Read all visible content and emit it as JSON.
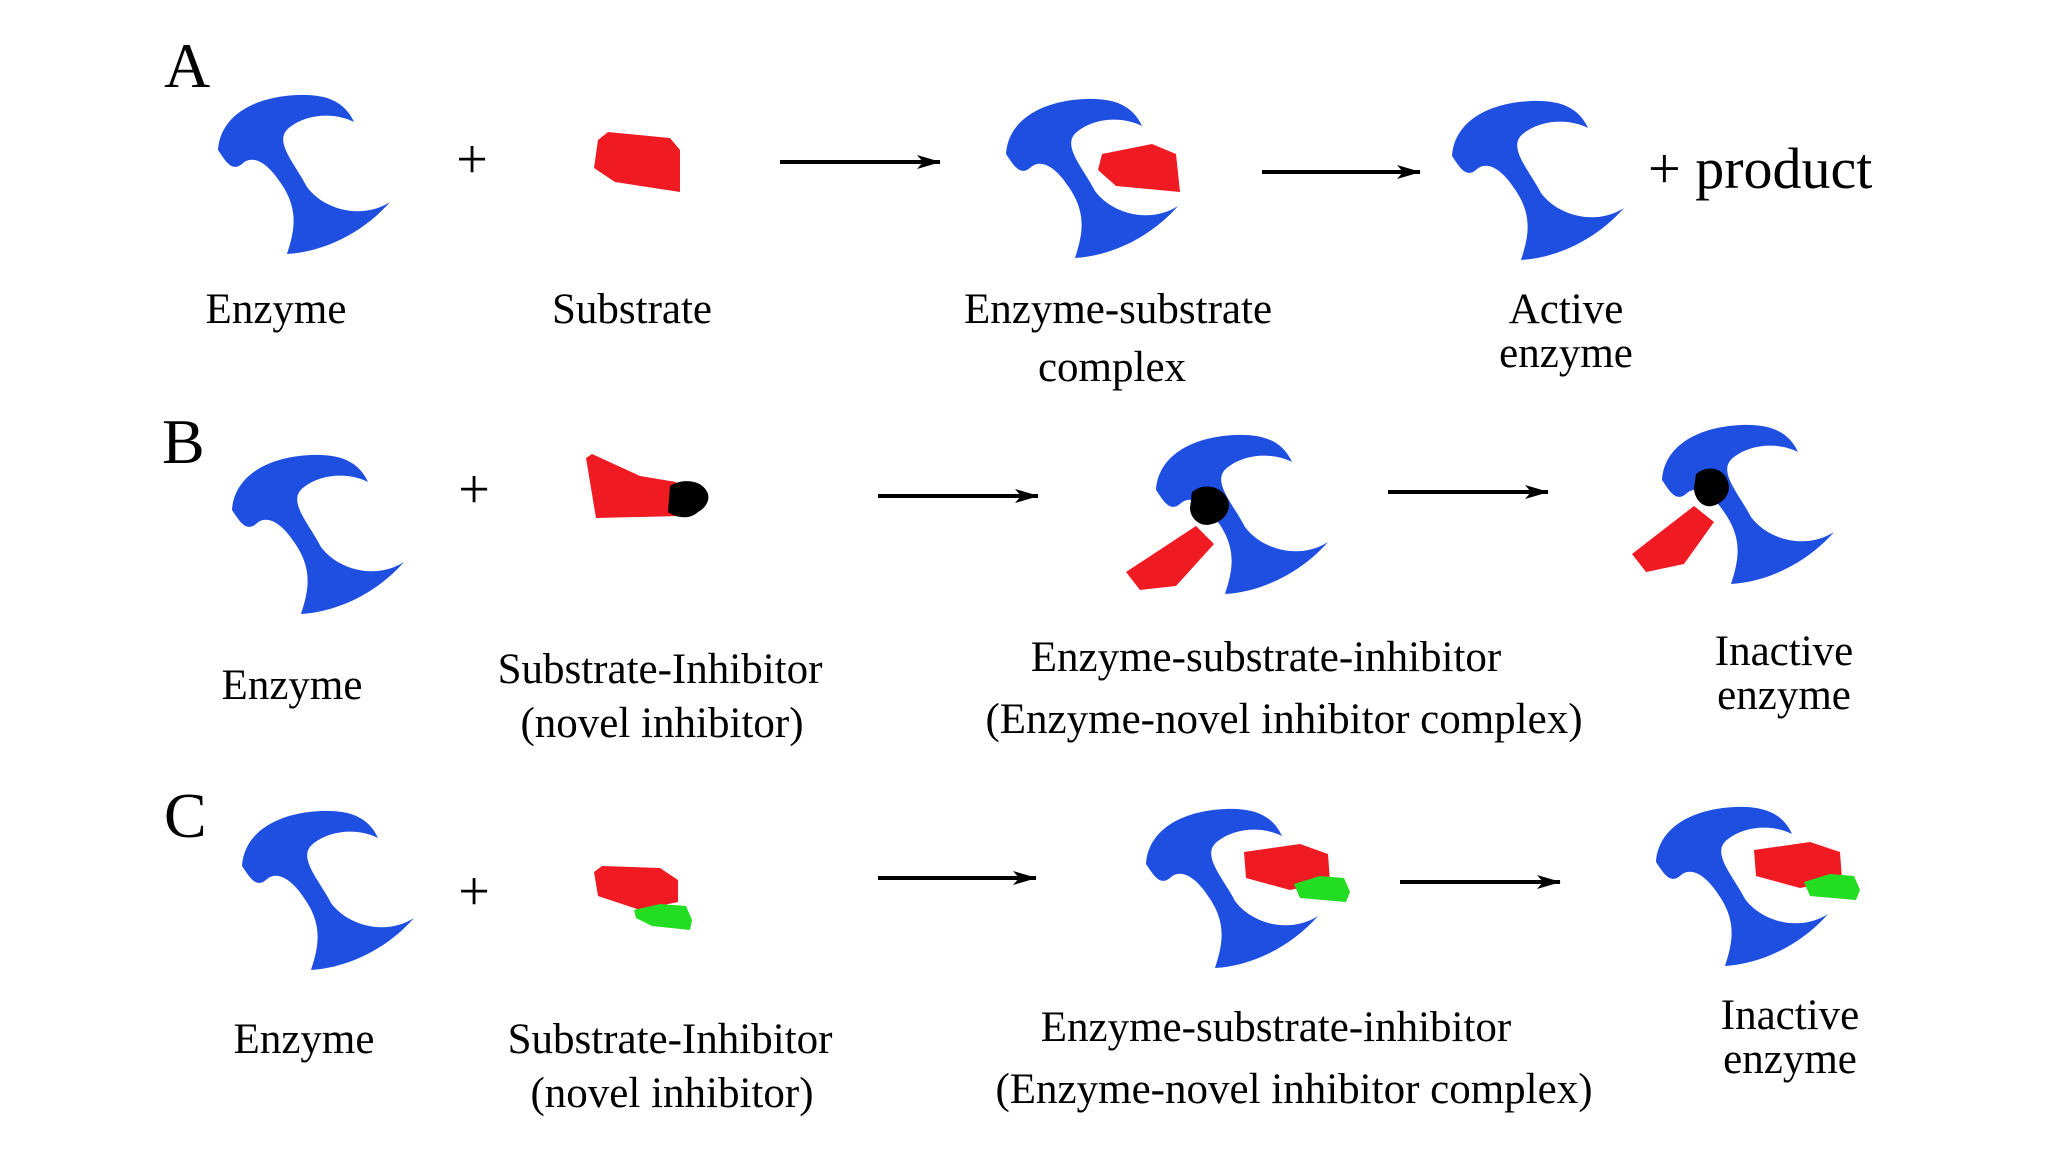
{
  "colors": {
    "enzyme": "#1f4fe0",
    "substrate": "#f01a22",
    "inhibitor_black": "#000000",
    "inhibitor_green": "#22dd22"
  },
  "panels": {
    "A": {
      "letter": "A",
      "plus": "+",
      "enzyme_label": "Enzyme",
      "substrate_label": "Substrate",
      "complex_label_1": "Enzyme-substrate",
      "complex_label_2": "complex",
      "result_label_1": "Active",
      "result_label_2": "enzyme",
      "product_text": "+ product"
    },
    "B": {
      "letter": "B",
      "plus": "+",
      "enzyme_label": "Enzyme",
      "reagent_label_1": "Substrate-Inhibitor",
      "reagent_label_2": "(novel inhibitor)",
      "complex_label_1": "Enzyme-substrate-inhibitor",
      "complex_label_2": "(Enzyme-novel inhibitor complex)",
      "result_label_1": "Inactive",
      "result_label_2": "enzyme"
    },
    "C": {
      "letter": "C",
      "plus": "+",
      "enzyme_label": "Enzyme",
      "reagent_label_1": "Substrate-Inhibitor",
      "reagent_label_2": "(novel inhibitor)",
      "complex_label_1": "Enzyme-substrate-inhibitor",
      "complex_label_2": "(Enzyme-novel inhibitor complex)",
      "result_label_1": "Inactive",
      "result_label_2": "enzyme"
    }
  }
}
